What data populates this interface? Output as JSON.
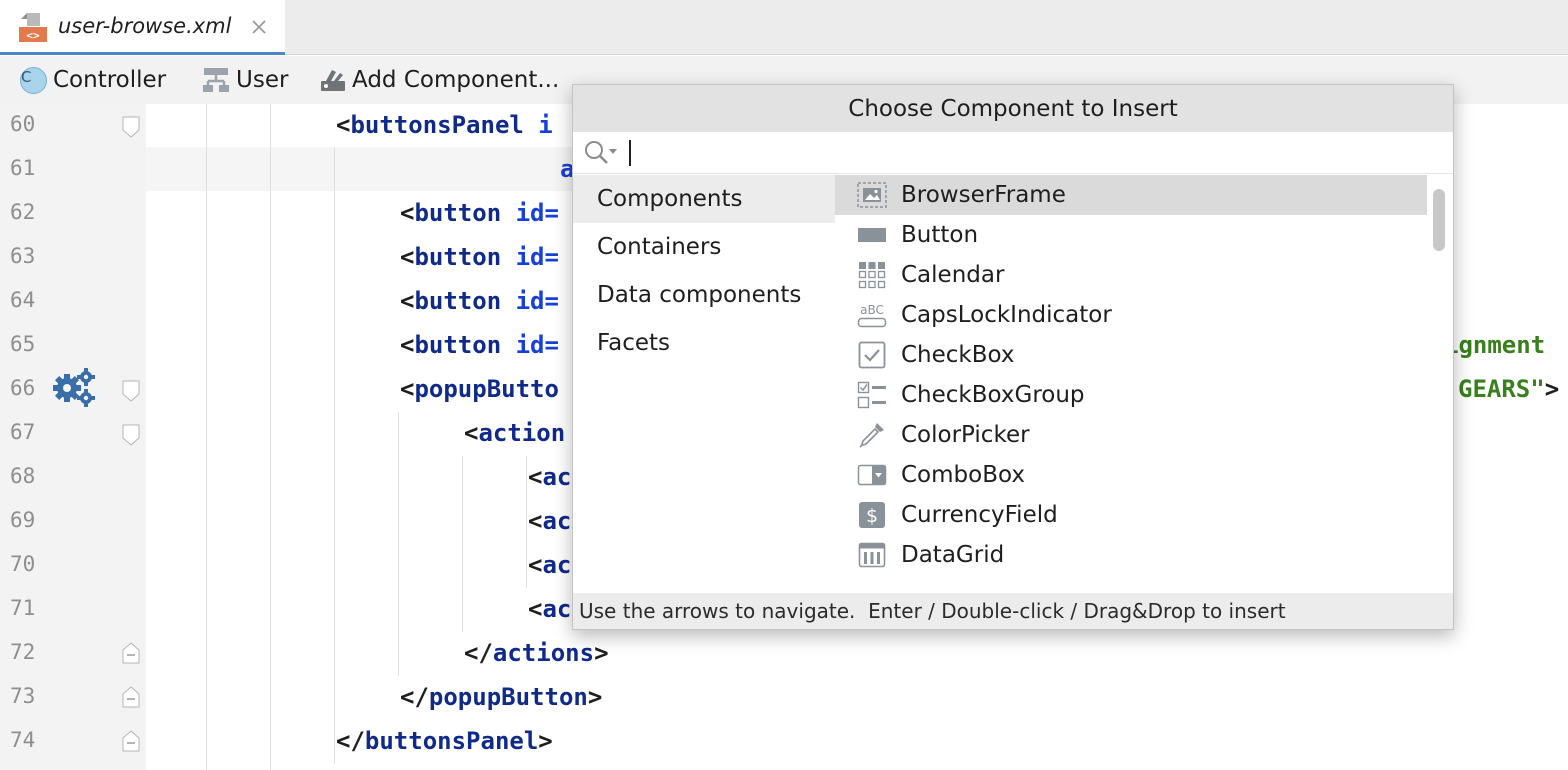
{
  "tab": {
    "filename": "user-browse.xml",
    "close_icon": "close-icon"
  },
  "navbar": {
    "controller_badge": "C",
    "controller_label": "Controller",
    "user_label": "User",
    "add_component_label": "Add Component..."
  },
  "editor": {
    "line_numbers": [
      "60",
      "61",
      "62",
      "63",
      "64",
      "65",
      "66",
      "67",
      "68",
      "69",
      "70",
      "71",
      "72",
      "73",
      "74"
    ],
    "lines": {
      "l60": {
        "open": "<",
        "tag": "buttonsPanel",
        "attr": " i"
      },
      "l61": {
        "attr": "a"
      },
      "l62": {
        "open": "<",
        "tag": "button",
        "attr": " id="
      },
      "l63": {
        "open": "<",
        "tag": "button",
        "attr": " id="
      },
      "l64": {
        "open": "<",
        "tag": "button",
        "attr": " id="
      },
      "l65": {
        "open": "<",
        "tag": "button",
        "attr": " id=",
        "right": "ignment"
      },
      "l66": {
        "open": "<",
        "tag": "popupButto",
        "right_val": "GEARS\"",
        "right_close": ">"
      },
      "l67": {
        "open": "<",
        "tag": "action"
      },
      "l68": {
        "open": "<",
        "tag": "ac"
      },
      "l69": {
        "open": "<",
        "tag": "ac"
      },
      "l70": {
        "open": "<",
        "tag": "ac"
      },
      "l71": {
        "open": "<",
        "tag": "ac"
      },
      "l72": {
        "open": "</",
        "tag": "actions",
        "close": ">"
      },
      "l73": {
        "open": "</",
        "tag": "popupButton",
        "close": ">"
      },
      "l74": {
        "open": "</",
        "tag": "buttonsPanel",
        "close": ">"
      }
    }
  },
  "popup": {
    "title": "Choose Component to Insert",
    "search": {
      "value": "",
      "placeholder": ""
    },
    "categories": [
      "Components",
      "Containers",
      "Data components",
      "Facets"
    ],
    "selected_category": "Components",
    "components": [
      {
        "label": "BrowserFrame",
        "icon": "browser-frame-icon"
      },
      {
        "label": "Button",
        "icon": "button-icon"
      },
      {
        "label": "Calendar",
        "icon": "calendar-icon"
      },
      {
        "label": "CapsLockIndicator",
        "icon": "caps-lock-icon"
      },
      {
        "label": "CheckBox",
        "icon": "checkbox-icon"
      },
      {
        "label": "CheckBoxGroup",
        "icon": "checkbox-group-icon"
      },
      {
        "label": "ColorPicker",
        "icon": "color-picker-icon"
      },
      {
        "label": "ComboBox",
        "icon": "combobox-icon"
      },
      {
        "label": "CurrencyField",
        "icon": "currency-icon"
      },
      {
        "label": "DataGrid",
        "icon": "datagrid-icon"
      }
    ],
    "caps_icon_text": "aBC",
    "currency_icon_text": "$",
    "hint": "Use the arrows to navigate.  Enter / Double-click / Drag&Drop to insert"
  },
  "colors": {
    "tag": "#102a8a",
    "attribute": "#1740d8",
    "string": "#3a7f1d",
    "icon_gray": "#8a9299",
    "gear_blue": "#3a6ea8"
  }
}
